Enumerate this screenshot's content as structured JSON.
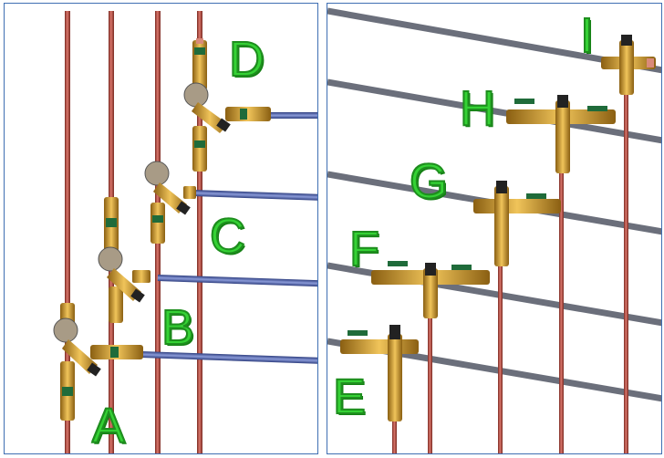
{
  "colors": {
    "copper": "#b8473a",
    "gray_pipe": "#6b6f7b",
    "blue_pipe": "#4b5fa8",
    "brass": "#c9952b",
    "valve_handle": "#1f6b3a",
    "label_green": "#35d235",
    "panel_border": "#3f6fb3"
  },
  "left_panel": {
    "labels": {
      "A": "A",
      "B": "B",
      "C": "C",
      "D": "D"
    }
  },
  "right_panel": {
    "labels": {
      "E": "E",
      "F": "F",
      "G": "G",
      "H": "H",
      "I": "I"
    }
  }
}
